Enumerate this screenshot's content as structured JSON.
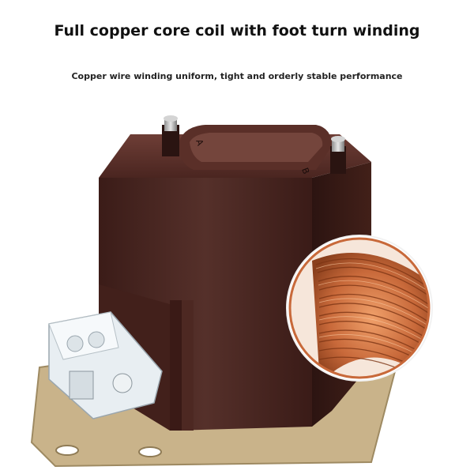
{
  "headline": "Full copper core coil with foot turn winding",
  "subline": "Copper wire winding uniform, tight and orderly stable performance",
  "terminals": {
    "label_a": "A",
    "label_b": "B"
  },
  "colors": {
    "housing": "#4a2520",
    "housing_dark": "#2f1512",
    "housing_light": "#6b3a33",
    "copper": "#c8693a",
    "base_plate": "#c9b38a"
  },
  "icons": {
    "terminal_bolt": "bolt-icon",
    "copper_coil": "coil-icon"
  }
}
